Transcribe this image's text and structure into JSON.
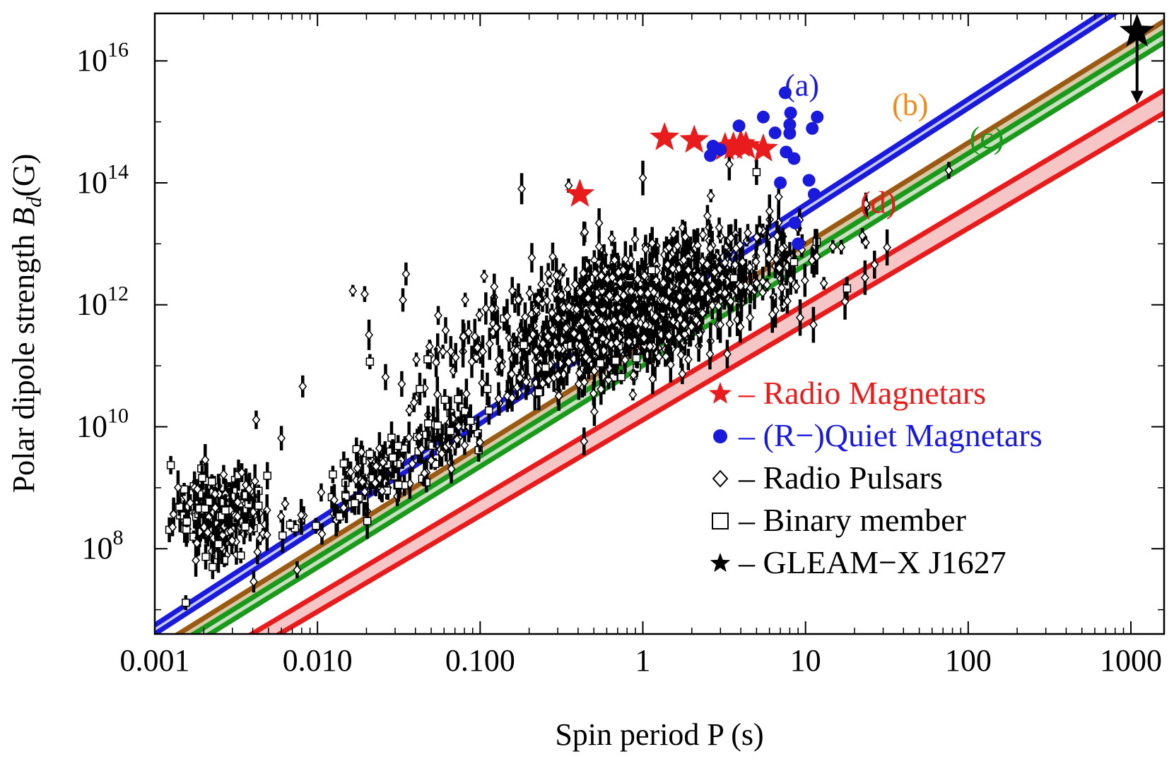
{
  "chart_data": {
    "type": "scatter",
    "xlabel": "Spin period P (s)",
    "ylabel_prefix": "Polar dipole strength ",
    "ylabel_symbol": "B",
    "ylabel_sub": "d",
    "ylabel_suffix": "(G)",
    "x_scale": "log",
    "y_scale": "log",
    "xlim": [
      0.001,
      1600
    ],
    "ylim": [
      4000000.0,
      6e+16
    ],
    "x_ticks": [
      {
        "value": 0.001,
        "label": "0.001"
      },
      {
        "value": 0.01,
        "label": "0.010"
      },
      {
        "value": 0.1,
        "label": "0.100"
      },
      {
        "value": 1,
        "label": "1"
      },
      {
        "value": 10,
        "label": "10"
      },
      {
        "value": 100,
        "label": "100"
      },
      {
        "value": 1000,
        "label": "1000"
      }
    ],
    "y_ticks": [
      {
        "value": 100000000.0,
        "base": "10",
        "exp": "8"
      },
      {
        "value": 10000000000.0,
        "base": "10",
        "exp": "10"
      },
      {
        "value": 1000000000000.0,
        "base": "10",
        "exp": "12"
      },
      {
        "value": 100000000000000.0,
        "base": "10",
        "exp": "14"
      },
      {
        "value": 1e+16,
        "base": "10",
        "exp": "16"
      }
    ],
    "grid": false,
    "legend_position": "bottom-right",
    "lines": [
      {
        "label": "(a)",
        "color": "#1a1adc",
        "fill": "#c9ccf2",
        "x": [
          0.001,
          1600
        ],
        "y_low": [
          4000000.0,
          2e+17
        ],
        "y_high": [
          5600000.0,
          2.8e+17
        ],
        "label_at": [
          9.5,
          2700000000000000.0
        ]
      },
      {
        "label": "(b)",
        "color": "#9a5a14",
        "label_color": "#f28a1e",
        "fill": "#d8c8a6",
        "x": [
          0.001,
          1600
        ],
        "y_low": [
          1600000.0,
          3e+16
        ],
        "y_high": [
          2300000.0,
          4.5e+16
        ],
        "label_at": [
          44,
          1300000000000000.0
        ]
      },
      {
        "label": "(c)",
        "color": "#1a9a1a",
        "fill": "#c8e0c0",
        "x": [
          0.001,
          1600
        ],
        "y_low": [
          1100000.0,
          2e+16
        ],
        "y_high": [
          1600000.0,
          3e+16
        ],
        "label_at": [
          130,
          370000000000000.0
        ]
      },
      {
        "label": "(d)",
        "color": "#e81c1c",
        "fill": "#f6c6c6",
        "x": [
          0.001,
          1600
        ],
        "y_low": [
          250000.0,
          1400000000000000.0
        ],
        "y_high": [
          450000.0,
          3300000000000000.0
        ],
        "label_at": [
          28,
          32000000000000.0
        ]
      }
    ],
    "series": [
      {
        "name": "Radio Magnetars",
        "legend": "– Radio Magnetars",
        "marker": "star",
        "color": "#e81c1c",
        "points": [
          [
            0.41,
            65000000000000.0
          ],
          [
            1.36,
            550000000000000.0
          ],
          [
            2.07,
            500000000000000.0
          ],
          [
            3.2,
            380000000000000.0
          ],
          [
            3.6,
            390000000000000.0
          ],
          [
            4.0,
            430000000000000.0
          ],
          [
            4.3,
            400000000000000.0
          ],
          [
            5.5,
            360000000000000.0
          ]
        ]
      },
      {
        "name": "(R−)Quiet Magnetars",
        "legend": "– (R−)Quiet Magnetars",
        "marker": "circle",
        "color": "#1a1adc",
        "points": [
          [
            2.6,
            280000000000000.0
          ],
          [
            2.7,
            400000000000000.0
          ],
          [
            3.0,
            350000000000000.0
          ],
          [
            3.9,
            860000000000000.0
          ],
          [
            5.5,
            1200000000000000.0
          ],
          [
            6.5,
            660000000000000.0
          ],
          [
            7.0,
            100000000000000.0
          ],
          [
            7.5,
            3000000000000000.0
          ],
          [
            7.6,
            320000000000000.0
          ],
          [
            8.0,
            650000000000000.0
          ],
          [
            8.0,
            900000000000000.0
          ],
          [
            8.1,
            1400000000000000.0
          ],
          [
            8.5,
            250000000000000.0
          ],
          [
            8.6,
            22000000000000.0
          ],
          [
            9.0,
            10000000000000.0
          ],
          [
            10.5,
            110000000000000.0
          ],
          [
            11.0,
            780000000000000.0
          ],
          [
            11.3,
            65000000000000.0
          ],
          [
            11.8,
            1200000000000000.0
          ]
        ]
      },
      {
        "name": "Radio Pulsars",
        "legend": "– Radio Pulsars",
        "marker": "diamond",
        "color": "#000000"
      },
      {
        "name": "Binary member",
        "legend": "– Binary member",
        "marker": "square",
        "color": "#000000"
      },
      {
        "name": "GLEAM−X J1627",
        "legend": "– GLEAM−X J1627",
        "marker": "star",
        "color": "#000000",
        "points": [
          [
            1091,
            3e+16
          ]
        ],
        "arrow_to": 2000000000000000.0
      }
    ],
    "pulsar_clusters": [
      {
        "name": "msp",
        "logx": [
          -2.85,
          -2.35
        ],
        "logy": [
          8.0,
          9.2
        ],
        "corr": 0.0,
        "n": 170
      },
      {
        "name": "recycled",
        "logx": [
          -2.2,
          -0.9
        ],
        "logy": [
          8.3,
          10.4
        ],
        "corr": 0.9,
        "n": 160
      },
      {
        "name": "normal",
        "logx": [
          -1.0,
          0.9
        ],
        "logy": [
          10.9,
          13.1
        ],
        "corr": 0.6,
        "n": 700
      },
      {
        "name": "core",
        "logx": [
          -0.55,
          0.35
        ],
        "logy": [
          11.0,
          12.5
        ],
        "corr": 0.5,
        "n": 420
      }
    ],
    "pulsar_extra_points": [
      [
        0.0165,
        1700000000000.0
      ],
      [
        0.0195,
        1500000000000.0
      ],
      [
        0.0335,
        1200000000000.0
      ],
      [
        0.035,
        3200000000000.0
      ],
      [
        0.0036,
        230000000.0
      ],
      [
        0.0038,
        950000000.0
      ],
      [
        0.006,
        6500000000.0
      ],
      [
        0.0042,
        13000000000.0
      ],
      [
        0.0075,
        45000000.0
      ],
      [
        0.18,
        80000000000000.0
      ],
      [
        0.35,
        90000000000000.0
      ],
      [
        1.0,
        120000000000000.0
      ],
      [
        23.5,
        45000000000000.0
      ],
      [
        76,
        160000000000000.0
      ],
      [
        8.5,
        5000000000000.0
      ],
      [
        5.0,
        150000000000000.0
      ],
      [
        3.4,
        200000000000000.0
      ]
    ]
  }
}
